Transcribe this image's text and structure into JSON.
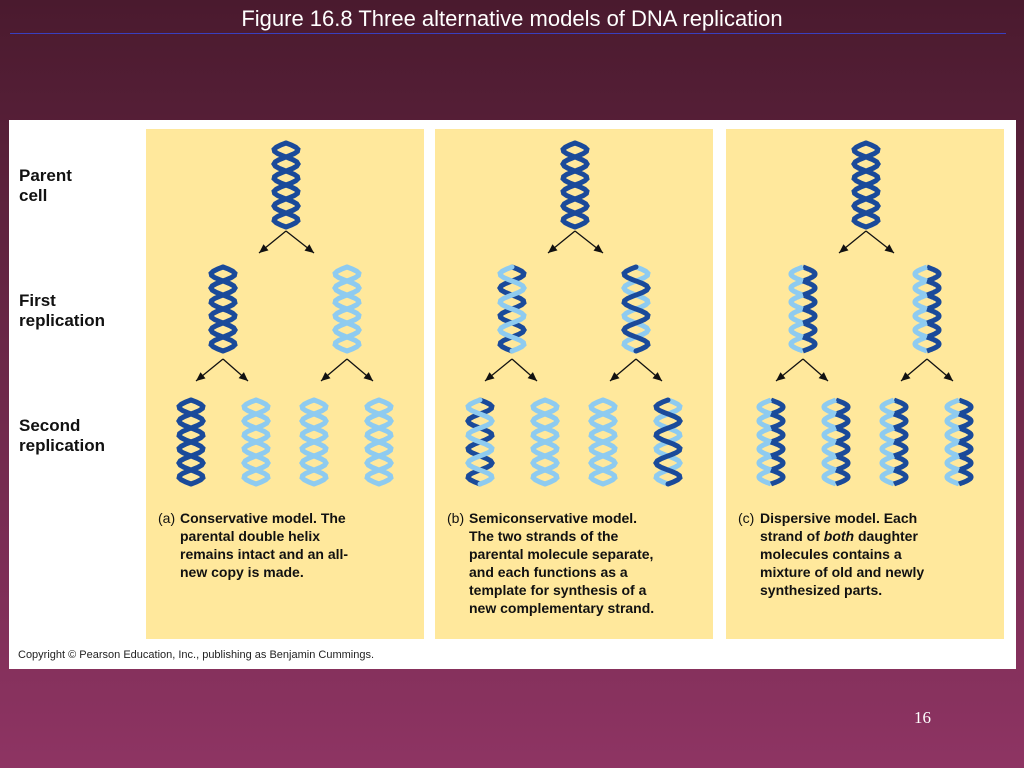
{
  "slide": {
    "title": "Figure 16.8  Three alternative models of DNA replication",
    "page_number": "16"
  },
  "figure": {
    "row_labels": {
      "parent": "Parent\ncell",
      "first": "First\nreplication",
      "second": "Second\nreplication"
    },
    "models": [
      {
        "letter": "(a)",
        "name": "Conservative model.",
        "description_lines": [
          "The",
          "parental double helix",
          "remains intact and an all-",
          "new copy is made."
        ],
        "parent_helix": [
          "dark",
          "dark"
        ],
        "first_replication": [
          [
            "dark",
            "dark"
          ],
          [
            "light",
            "light"
          ]
        ],
        "second_replication": [
          [
            "dark",
            "dark"
          ],
          [
            "light",
            "light"
          ],
          [
            "light",
            "light"
          ],
          [
            "light",
            "light"
          ]
        ]
      },
      {
        "letter": "(b)",
        "name": "Semiconservative model.",
        "description_lines": [
          "",
          "The two strands of the",
          "parental molecule separate,",
          "and each functions as a",
          "template for synthesis of a",
          "new complementary strand."
        ],
        "parent_helix": [
          "dark",
          "dark"
        ],
        "first_replication": [
          [
            "dark",
            "light"
          ],
          [
            "light",
            "dark"
          ]
        ],
        "second_replication": [
          [
            "dark",
            "light"
          ],
          [
            "light",
            "light"
          ],
          [
            "light",
            "light"
          ],
          [
            "light",
            "dark"
          ]
        ]
      },
      {
        "letter": "(c)",
        "name": "Dispersive model.",
        "description_lines": [
          "Each",
          "strand of {both} daughter",
          "molecules contains a",
          "mixture of old and newly",
          "synthesized parts."
        ],
        "parent_helix": [
          "dark",
          "dark"
        ],
        "first_replication": [
          [
            "mixed",
            "mixed"
          ],
          [
            "mixed",
            "mixed"
          ]
        ],
        "second_replication": [
          [
            "mixed",
            "mixed"
          ],
          [
            "mixed",
            "mixed"
          ],
          [
            "mixed",
            "mixed"
          ],
          [
            "mixed",
            "mixed"
          ]
        ]
      }
    ],
    "copyright": "Copyright © Pearson Education, Inc., publishing as Benjamin Cummings."
  },
  "colors": {
    "slide_background_top": "#4a1a2e",
    "slide_background_bottom": "#8e3463",
    "title_rule": "#3a3fbf",
    "panel_background": "#ffe89c",
    "old_strand": "#1a4a9a",
    "new_strand": "#8ecbf0",
    "arrow": "#111111"
  }
}
